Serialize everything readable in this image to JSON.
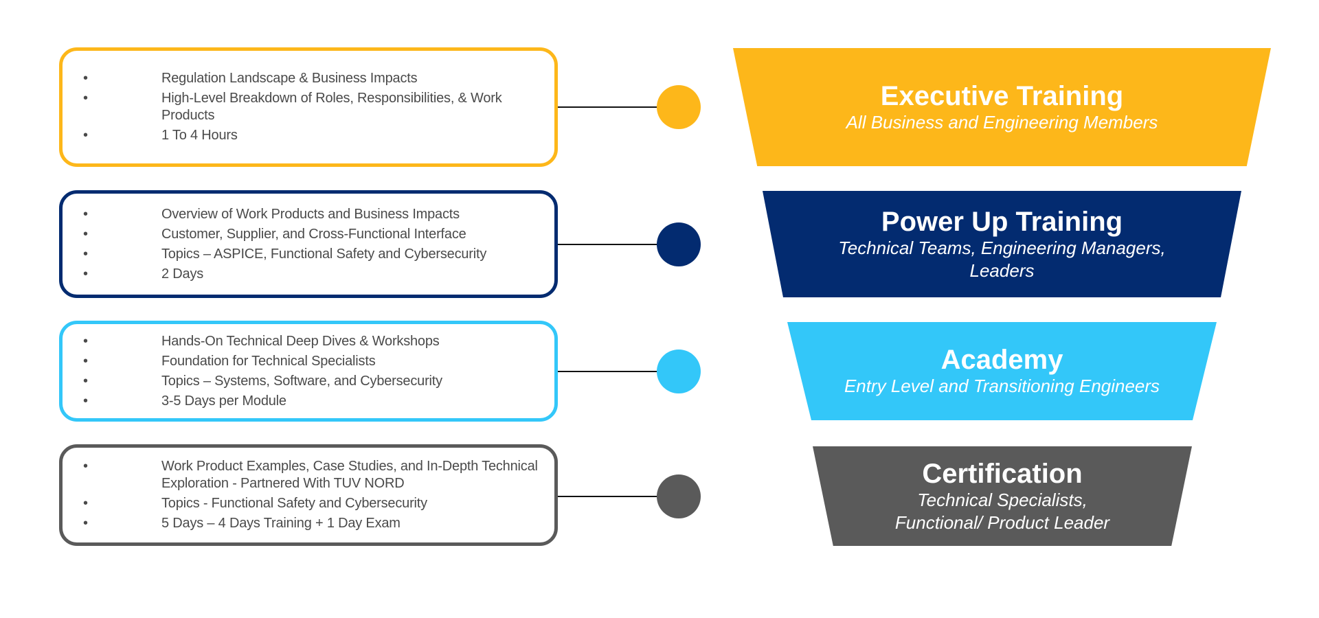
{
  "tiers": [
    {
      "id": "executive",
      "color": "#FDB71A",
      "bullet": "•",
      "items": [
        "Regulation Landscape & Business Impacts",
        "High-Level Breakdown of  Roles, Responsibilities, & Work Products",
        "1 To 4 Hours"
      ],
      "title": "Executive Training",
      "subtitle": "All Business and Engineering Members"
    },
    {
      "id": "power-up",
      "color": "#032B70",
      "bullet": "•",
      "items": [
        "Overview of Work Products and Business Impacts",
        "Customer, Supplier, and Cross-Functional Interface",
        "Topics – ASPICE, Functional Safety and Cybersecurity",
        "2 Days"
      ],
      "title": "Power Up Training",
      "subtitle": "Technical Teams, Engineering Managers,\nLeaders"
    },
    {
      "id": "academy",
      "color": "#33C7F9",
      "bullet": "•",
      "items": [
        "Hands-On Technical Deep Dives & Workshops",
        "Foundation for Technical Specialists",
        "Topics – Systems, Software, and Cybersecurity",
        "3-5 Days per Module"
      ],
      "title": "Academy",
      "subtitle": "Entry Level and Transitioning Engineers"
    },
    {
      "id": "certification",
      "color": "#5A5A5A",
      "bullet": "•",
      "items": [
        "Work Product Examples, Case Studies, and In-Depth Technical Exploration - Partnered With TUV NORD",
        "Topics - Functional Safety and Cybersecurity",
        "5 Days – 4 Days Training + 1 Day Exam"
      ],
      "title": "Certification",
      "subtitle": "Technical Specialists,\nFunctional/ Product Leader"
    }
  ]
}
